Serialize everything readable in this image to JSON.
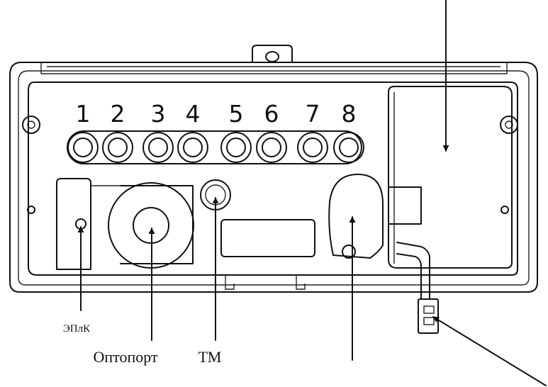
{
  "terminals": {
    "labels": [
      "1",
      "2",
      "3",
      "4",
      "5",
      "6",
      "7",
      "8"
    ]
  },
  "callouts": {
    "eplk": "ЭПлК",
    "optoport": "Оптопорт",
    "tm": "ТМ"
  }
}
